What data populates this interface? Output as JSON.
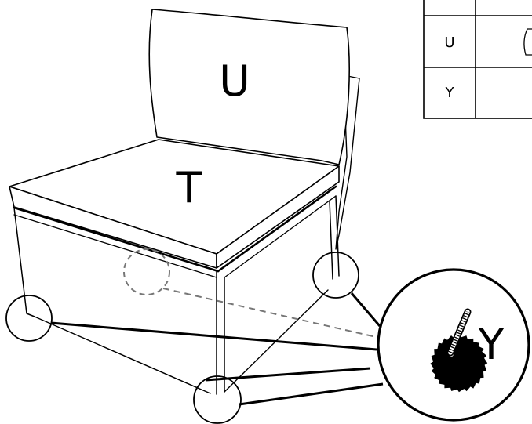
{
  "labels": {
    "backrest": "U",
    "seat_cushion": "T",
    "detail_part": "Y"
  },
  "parts_table": {
    "rows": [
      {
        "key": ""
      },
      {
        "key": "U"
      },
      {
        "key": "Y"
      }
    ]
  },
  "colors": {
    "line": "#000000",
    "dashed": "#777777",
    "background": "#ffffff"
  },
  "icons": {
    "detail": "threaded-screw-icon"
  }
}
